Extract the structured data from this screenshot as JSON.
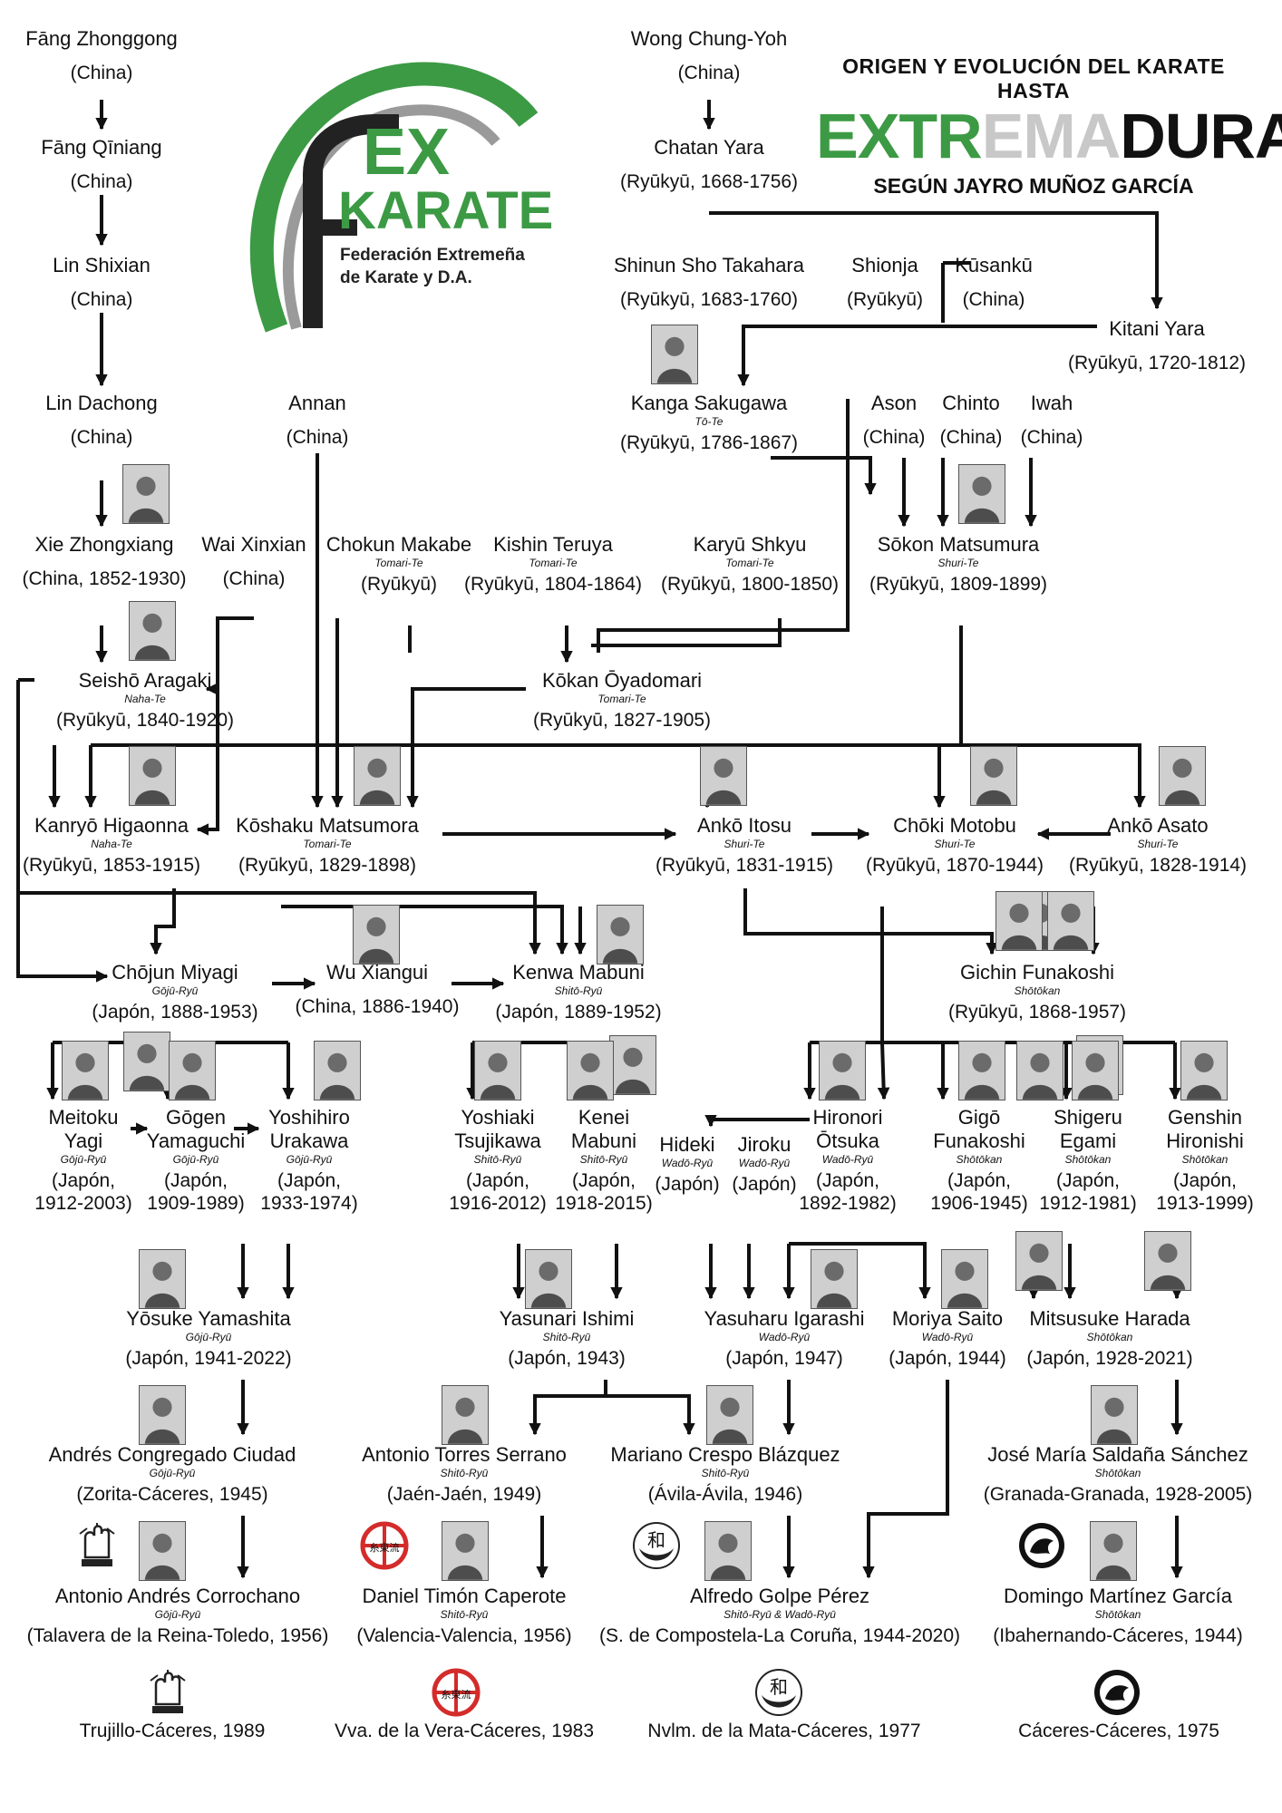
{
  "title": {
    "line1": "ORIGEN Y EVOLUCIÓN DEL KARATE HASTA",
    "line2_parts": [
      {
        "text": "EXTR",
        "color": "#3c9a44"
      },
      {
        "text": "EMA",
        "color": "#c8c8c8"
      },
      {
        "text": "DURA",
        "color": "#111111"
      }
    ],
    "line3": "SEGÚN JAYRO MUÑOZ GARCÍA"
  },
  "logo": {
    "letters_1": "EX",
    "letters_2": "KARATE",
    "tagline_1": "Federación Extremeña",
    "tagline_2": "de Karate y D.A.",
    "colors": {
      "green": "#3c9a44",
      "dark": "#222222",
      "gray": "#9a9a9a"
    }
  },
  "nodes": [
    {
      "name": "Fāng Zhonggong",
      "origin": "(China)"
    },
    {
      "name": "Fāng Qīniang",
      "origin": "(China)"
    },
    {
      "name": "Lin Shixian",
      "origin": "(China)"
    },
    {
      "name": "Lin Dachong",
      "origin": "(China)"
    },
    {
      "name": "Xie Zhongxiang",
      "origin": "(China, 1852-1930)"
    },
    {
      "name": "Wai Xinxian",
      "origin": "(China)"
    },
    {
      "name": "Annan",
      "origin": "(China)"
    },
    {
      "name": "Wong Chung-Yoh",
      "origin": "(China)"
    },
    {
      "name": "Chatan Yara",
      "origin": "(Ryūkyū, 1668-1756)"
    },
    {
      "name": "Shinun Sho Takahara",
      "origin": "(Ryūkyū, 1683-1760)"
    },
    {
      "name": "Shionja",
      "origin": "(Ryūkyū)"
    },
    {
      "name": "Kūsankū",
      "origin": "(China)"
    },
    {
      "name": "Kitani Yara",
      "origin": "(Ryūkyū, 1720-1812)"
    },
    {
      "name": "Kanga Sakugawa",
      "style": "Tō-Te",
      "origin": "(Ryūkyū, 1786-1867)"
    },
    {
      "name": "Ason",
      "origin": "(China)"
    },
    {
      "name": "Chinto",
      "origin": "(China)"
    },
    {
      "name": "Iwah",
      "origin": "(China)"
    },
    {
      "name": "Chokun Makabe",
      "style": "Tomari-Te",
      "origin": "(Ryūkyū)"
    },
    {
      "name": "Kishin Teruya",
      "style": "Tomari-Te",
      "origin": "(Ryūkyū, 1804-1864)"
    },
    {
      "name": "Karyū Shkyu",
      "style": "Tomari-Te",
      "origin": "(Ryūkyū, 1800-1850)"
    },
    {
      "name": "Sōkon Matsumura",
      "style": "Shuri-Te",
      "origin": "(Ryūkyū, 1809-1899)"
    },
    {
      "name": "Seishō Aragaki",
      "style": "Naha-Te",
      "origin": "(Ryūkyū, 1840-1920)"
    },
    {
      "name": "Kōkan Ōyadomari",
      "style": "Tomari-Te",
      "origin": "(Ryūkyū, 1827-1905)"
    },
    {
      "name": "Kanryō Higaonna",
      "style": "Naha-Te",
      "origin": "(Ryūkyū, 1853-1915)"
    },
    {
      "name": "Kōshaku Matsumora",
      "style": "Tomari-Te",
      "origin": "(Ryūkyū, 1829-1898)"
    },
    {
      "name": "Ankō Itosu",
      "style": "Shuri-Te",
      "origin": "(Ryūkyū, 1831-1915)"
    },
    {
      "name": "Chōki Motobu",
      "style": "Shuri-Te",
      "origin": "(Ryūkyū, 1870-1944)"
    },
    {
      "name": "Ankō Asato",
      "style": "Shuri-Te",
      "origin": "(Ryūkyū, 1828-1914)"
    },
    {
      "name": "Chōjun Miyagi",
      "style": "Gōjū-Ryū",
      "origin": "(Japón, 1888-1953)"
    },
    {
      "name": "Wu Xiangui",
      "origin": "(China, 1886-1940)"
    },
    {
      "name": "Kenwa Mabuni",
      "style": "Shitō-Ryū",
      "origin": "(Japón, 1889-1952)"
    },
    {
      "name": "Gichin Funakoshi",
      "style": "Shōtōkan",
      "origin": "(Ryūkyū, 1868-1957)"
    },
    {
      "name": "Meitoku\nYagi",
      "style": "Gōjū-Ryū",
      "origin": "(Japón,\n1912-2003)"
    },
    {
      "name": "Gōgen\nYamaguchi",
      "style": "Gōjū-Ryū",
      "origin": "(Japón,\n1909-1989)"
    },
    {
      "name": "Yoshihiro\nUrakawa",
      "style": "Gōjū-Ryū",
      "origin": "(Japón,\n1933-1974)"
    },
    {
      "name": "Yoshiaki\nTsujikawa",
      "style": "Shitō-Ryū",
      "origin": "(Japón,\n1916-2012)"
    },
    {
      "name": "Kenei\nMabuni",
      "style": "Shitō-Ryū",
      "origin": "(Japón,\n1918-2015)"
    },
    {
      "name": "Hideki",
      "style": "Wadō-Ryū",
      "origin": "(Japón)"
    },
    {
      "name": "Jiroku",
      "style": "Wadō-Ryū",
      "origin": "(Japón)"
    },
    {
      "name": "Hironori\nŌtsuka",
      "style": "Wadō-Ryū",
      "origin": "(Japón,\n1892-1982)"
    },
    {
      "name": "Gigō\nFunakoshi",
      "style": "Shōtōkan",
      "origin": "(Japón,\n1906-1945)"
    },
    {
      "name": "Shigeru\nEgami",
      "style": "Shōtōkan",
      "origin": "(Japón,\n1912-1981)"
    },
    {
      "name": "Genshin\nHironishi",
      "style": "Shōtōkan",
      "origin": "(Japón,\n1913-1999)"
    },
    {
      "name": "Yōsuke Yamashita",
      "style": "Gōjū-Ryū",
      "origin": "(Japón, 1941-2022)"
    },
    {
      "name": "Yasunari Ishimi",
      "style": "Shitō-Ryū",
      "origin": "(Japón, 1943)"
    },
    {
      "name": "Yasuharu Igarashi",
      "style": "Wadō-Ryū",
      "origin": "(Japón, 1947)"
    },
    {
      "name": "Moriya Saito",
      "style": "Wadō-Ryū",
      "origin": "(Japón, 1944)"
    },
    {
      "name": "Mitsusuke Harada",
      "style": "Shōtōkan",
      "origin": "(Japón, 1928-2021)"
    },
    {
      "name": "Andrés Congregado Ciudad",
      "style": "Gōjū-Ryū",
      "origin": "(Zorita-Cáceres, 1945)"
    },
    {
      "name": "Antonio Torres Serrano",
      "style": "Shitō-Ryū",
      "origin": "(Jaén-Jaén, 1949)"
    },
    {
      "name": "Mariano Crespo Blázquez",
      "style": "Shitō-Ryū",
      "origin": "(Ávila-Ávila, 1946)"
    },
    {
      "name": "José María Saldaña Sánchez",
      "style": "Shōtōkan",
      "origin": "(Granada-Granada, 1928-2005)"
    },
    {
      "name": "Antonio Andrés Corrochano",
      "style": "Gōjū-Ryū",
      "origin": "(Talavera de la Reina-Toledo, 1956)"
    },
    {
      "name": "Daniel Timón Caperote",
      "style": "Shitō-Ryū",
      "origin": "(Valencia-Valencia, 1956)"
    },
    {
      "name": "Alfredo Golpe Pérez",
      "style": "Shitō-Ryū & Wadō-Ryū",
      "origin": "(S. de Compostela-La Coruña, 1944-2020)"
    },
    {
      "name": "Domingo Martínez García",
      "style": "Shōtōkan",
      "origin": "(Ibahernando-Cáceres, 1944)"
    }
  ],
  "dojos": [
    "Trujillo-Cáceres, 1989",
    "Vva. de la Vera-Cáceres, 1983",
    "Nvlm. de la Mata-Cáceres, 1977",
    "Cáceres-Cáceres, 1975"
  ],
  "photo_icon": "portrait-photo",
  "emblems": [
    "goju-fist-emblem",
    "shito-ryu-emblem",
    "wado-dove-emblem",
    "shotokan-tiger-emblem"
  ],
  "emblem_text": {
    "shito": "糸東流",
    "wado": "和"
  },
  "colors": {
    "line": "#111111",
    "photo_bg": "#c9c9c9",
    "shito_red": "#d42b2b"
  }
}
